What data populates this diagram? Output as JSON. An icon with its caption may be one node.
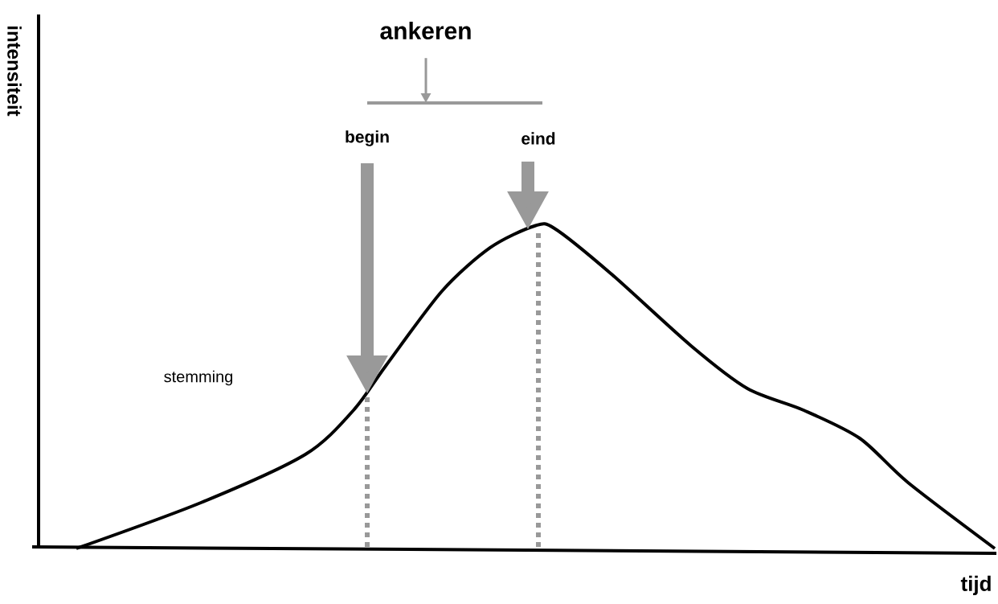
{
  "diagram": {
    "nodes": [
      {
        "text": [
          "ankeren"
        ]
      },
      {
        "text": [
          "begin"
        ]
      },
      {
        "text": [
          "eind"
        ]
      }
    ],
    "edges": [
      {
        "from": 0,
        "to": null,
        "arrow": "to"
      },
      {
        "from": 1,
        "to": null,
        "arrow": "to"
      },
      {
        "from": 2,
        "to": null,
        "arrow": "to"
      }
    ],
    "labels": [
      "intensiteit",
      "stemming",
      "tijd"
    ]
  }
}
